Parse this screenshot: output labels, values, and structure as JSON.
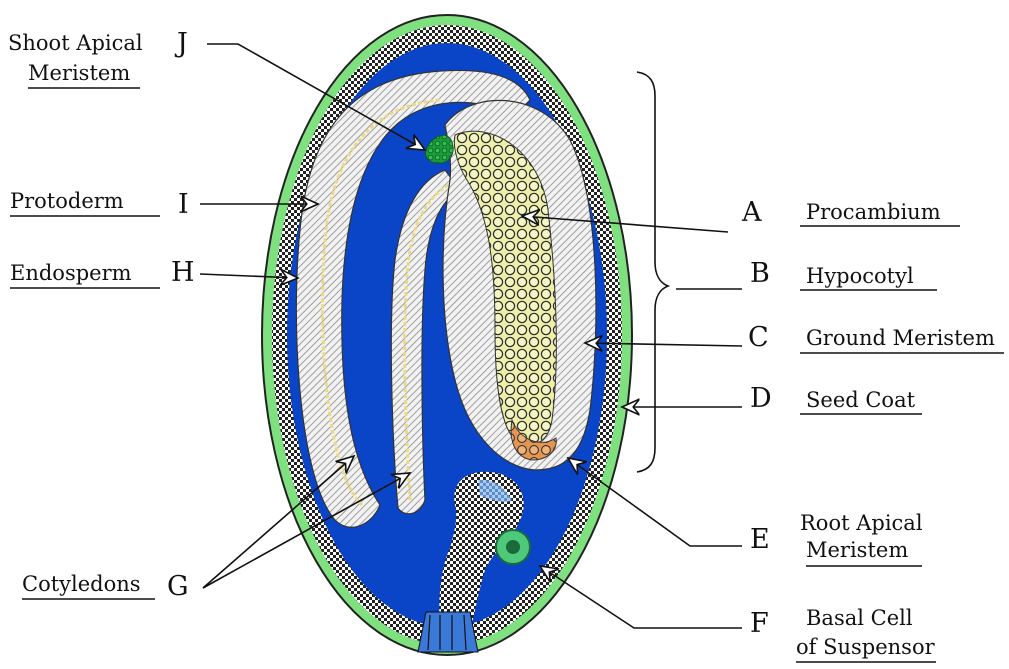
{
  "colors": {
    "seed_coat": "#7fe07f",
    "endosperm": "#0a45c8",
    "stipple_dark": "#222222",
    "hatch": "#bfbfbf",
    "procambium": "#eef0a8",
    "shoot_meristem": "#1e9a3c",
    "root_meristem": "#e69550",
    "basal_cell": "#4ec87a"
  },
  "labels": {
    "A": {
      "letter": "A",
      "text": "Procambium"
    },
    "B": {
      "letter": "B",
      "text": "Hypocotyl"
    },
    "C": {
      "letter": "C",
      "text": "Ground Meristem"
    },
    "D": {
      "letter": "D",
      "text": "Seed Coat"
    },
    "E": {
      "letter": "E",
      "text_line1": "Root Apical",
      "text_line2": "Meristem"
    },
    "F": {
      "letter": "F",
      "text_line1": "Basal Cell",
      "text_line2": "of Suspensor"
    },
    "G": {
      "letter": "G",
      "text": "Cotyledons"
    },
    "H": {
      "letter": "H",
      "text": "Endosperm"
    },
    "I": {
      "letter": "I",
      "text": "Protoderm"
    },
    "J": {
      "letter": "J",
      "text_line1": "Shoot Apical",
      "text_line2": "Meristem"
    }
  }
}
